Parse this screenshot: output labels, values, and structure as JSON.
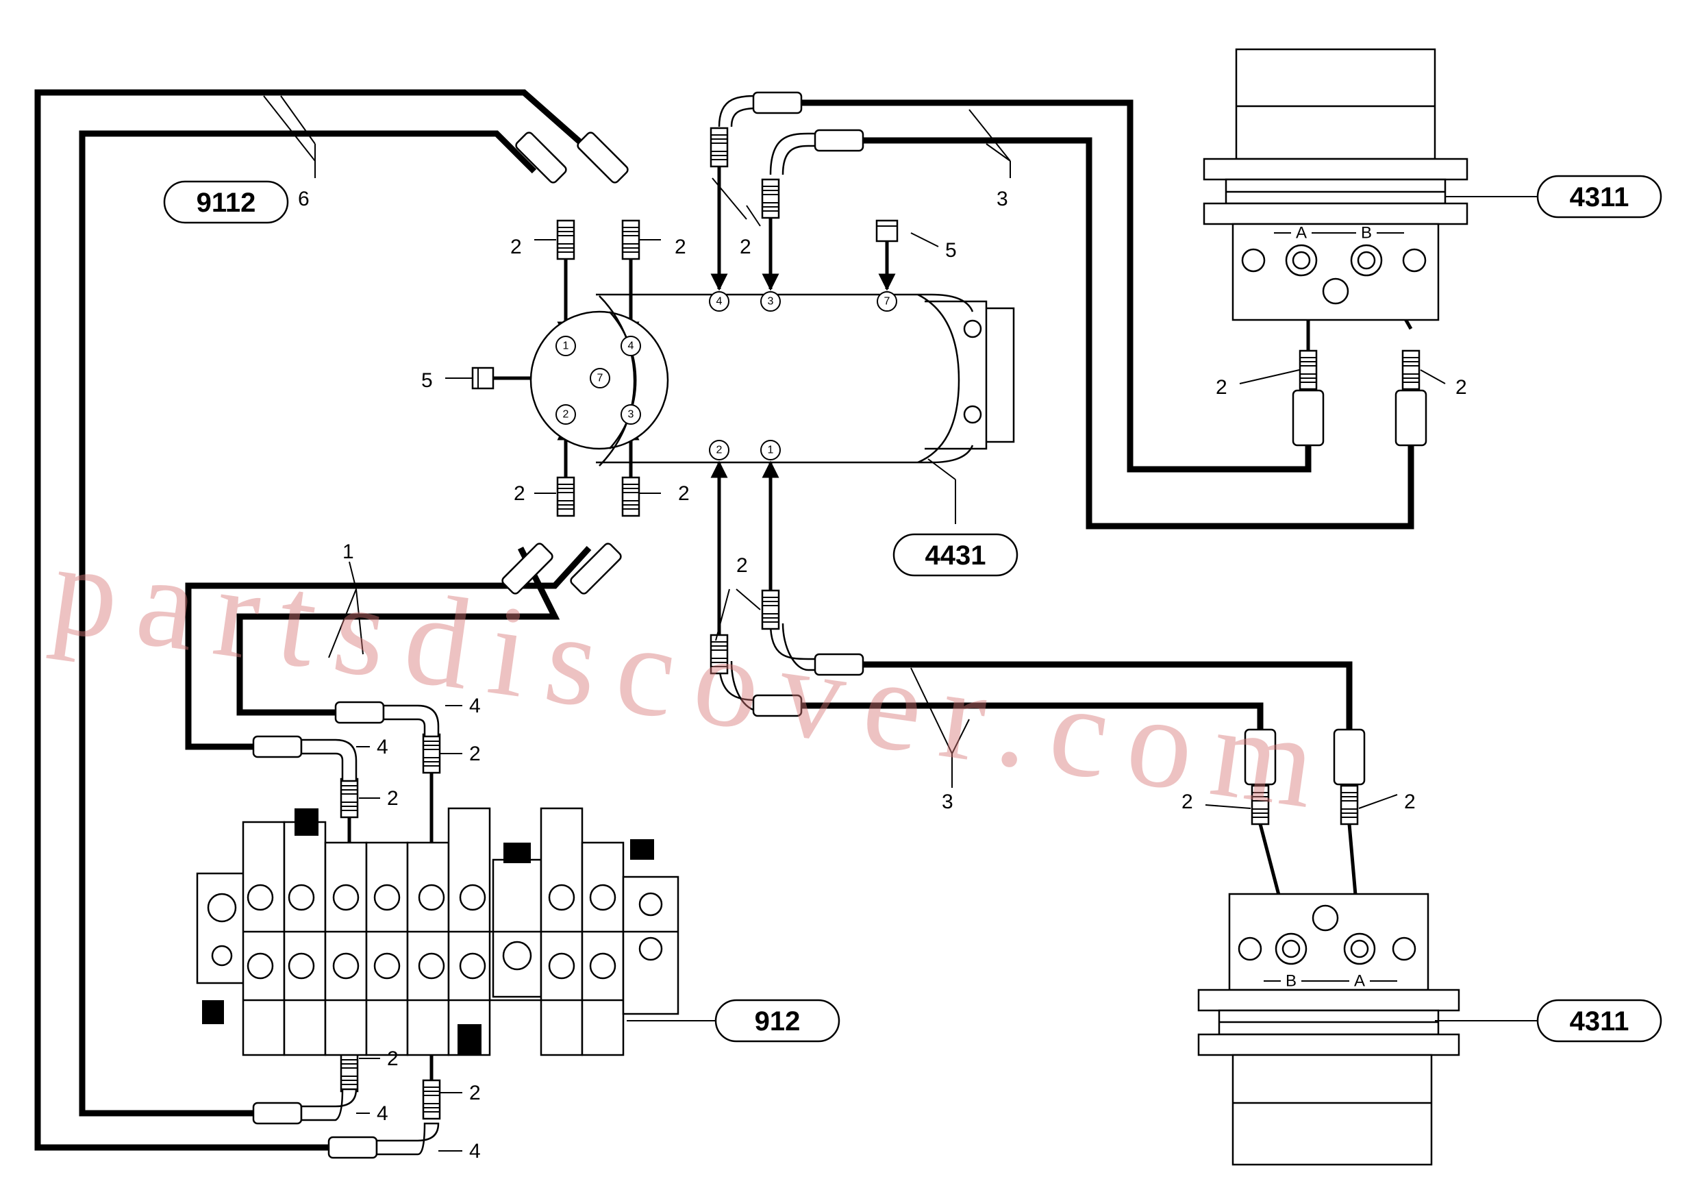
{
  "callouts": {
    "steering_valve": "9112",
    "swivel_joint": "4431",
    "travel_motor_top": "4311",
    "travel_motor_bottom": "4311",
    "control_valve": "912"
  },
  "item_numbers": {
    "hose_1": "1",
    "fitting_2": "2",
    "hose_3": "3",
    "elbow_4": "4",
    "plug_5": "5",
    "hose_6": "6"
  },
  "ports": {
    "p1": "1",
    "p2": "2",
    "p3": "3",
    "p4": "4",
    "p7": "7"
  },
  "motor_ports": {
    "a": "A",
    "b": "B"
  },
  "watermark": "partsdiscover.com"
}
